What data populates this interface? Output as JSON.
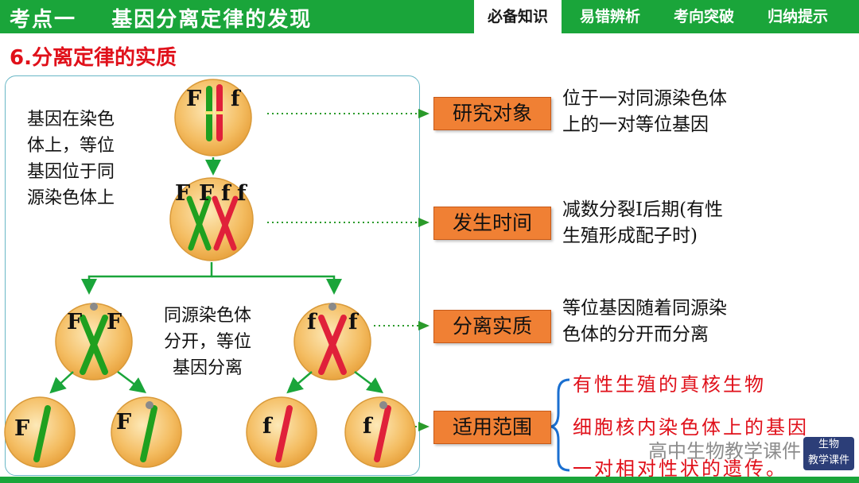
{
  "header": {
    "title": "考点一    基因分离定律的发现",
    "tabs": [
      {
        "label": "必备知识",
        "active": true
      },
      {
        "label": "易错辨析",
        "active": false
      },
      {
        "label": "考向突破",
        "active": false
      },
      {
        "label": "归纳提示",
        "active": false
      }
    ]
  },
  "section_title": "6.分离定律的实质",
  "diagram": {
    "note_left": [
      "基因在染色",
      "体上，等位",
      "基因位于同",
      "源染色体上"
    ],
    "note_mid": [
      "同源染色体",
      "分开，等位",
      "基因分离"
    ],
    "gene_labels": {
      "top_left": "F",
      "top_right": "f",
      "rep_1": "F",
      "rep_2": "F",
      "rep_3": "f",
      "rep_4": "f",
      "mid_left_a": "F",
      "mid_left_b": "F",
      "mid_right_a": "f",
      "mid_right_b": "f",
      "gamete_1": "F",
      "gamete_2": "F",
      "gamete_3": "f",
      "gamete_4": "f"
    },
    "colors": {
      "chromosome_F": "#1fa01f",
      "chromosome_f": "#e0203a",
      "cell": "#f2b65a",
      "arrow": "#1aa53a"
    }
  },
  "rows": [
    {
      "label": "研究对象",
      "desc": [
        "位于一对同源染色体",
        "上的一对等位基因"
      ]
    },
    {
      "label": "发生时间",
      "desc": [
        "减数分裂Ⅰ后期(有性",
        "生殖形成配子时)"
      ]
    },
    {
      "label": "分离实质",
      "desc": [
        "等位基因随着同源染",
        "色体的分开而分离"
      ]
    },
    {
      "label": "适用范围",
      "desc": []
    }
  ],
  "scope_lines": [
    "有性生殖的真核生物",
    "细胞核内染色体上的基因",
    "一对相对性状的遗传。"
  ],
  "watermark": {
    "text": "高中生物教学课件",
    "logo_top": "生物",
    "logo_bottom": "教学课件"
  }
}
